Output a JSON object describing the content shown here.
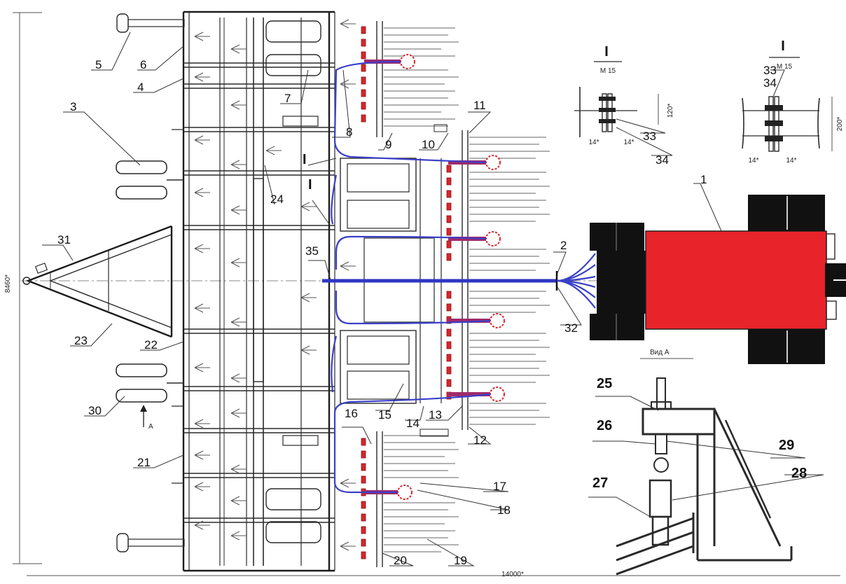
{
  "drawing": {
    "dim_height": "8460*",
    "dim_width": "14000*",
    "view_label": "Вид A",
    "arrow_a_label": "A"
  },
  "section_marks": [
    {
      "id": "sec-1",
      "numeral": "I",
      "scale": "М 15"
    },
    {
      "id": "sec-2",
      "numeral": "I",
      "scale": "М 15"
    }
  ],
  "detail_dims": {
    "h1": "120*",
    "h2": "200*",
    "w1a": "14*",
    "w1b": "14*",
    "w2a": "14*",
    "w2b": "14*"
  },
  "callouts": {
    "c1": "1",
    "c2": "2",
    "c3": "3",
    "c4": "4",
    "c5": "5",
    "c6": "6",
    "c7": "7",
    "c8": "8",
    "c9": "9",
    "c10": "10",
    "c11": "11",
    "c12": "12",
    "c13": "13",
    "c14": "14",
    "c15": "15",
    "c16": "16",
    "c17": "17",
    "c18": "18",
    "c19": "19",
    "c20": "20",
    "c21": "21",
    "c22": "22",
    "c23": "23",
    "c24": "24",
    "c25": "25",
    "c26": "26",
    "c27": "27",
    "c28": "28",
    "c29": "29",
    "c30": "30",
    "c31": "31",
    "c32": "32",
    "c33a": "33",
    "c34a": "34",
    "c33b": "33",
    "c34b": "34",
    "c35": "35",
    "cI1": "I",
    "cI2": "I"
  },
  "colors": {
    "hose": "#3a40c8",
    "tractor": "#e8232a",
    "hopper_markers": "#d8262b",
    "ink": "#2a2a2a"
  }
}
